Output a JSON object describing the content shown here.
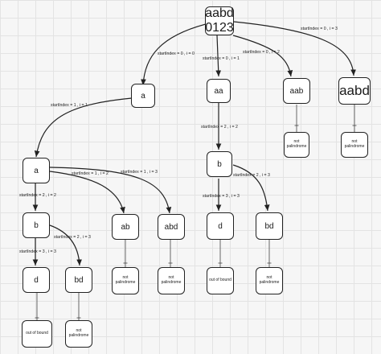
{
  "nodes": {
    "root": {
      "line1": "aabd",
      "line2": "0123"
    },
    "a1": "a",
    "aa": "aa",
    "aab": "aab",
    "aabd": "aabd",
    "aab_np": "not palindrome",
    "aabd_np": "not palindrome",
    "a2": "a",
    "b_left": "b",
    "ab": "ab",
    "abd": "abd",
    "b_right": "b",
    "d_right": "d",
    "bd_right": "bd",
    "d_left": "d",
    "bd_left": "bd",
    "ab_np": "not palindrome",
    "abd_np": "not palindrome",
    "d_right_oob": "out of bound",
    "bd_right_np": "not palindrome",
    "d_left_oob": "out of bound",
    "bd_left_np": "not palindrome"
  },
  "edges": {
    "root_a1": "startIndex = 0 , i = 0",
    "root_aa": "startIndex = 0 , i = 1",
    "root_aab": "startIndex = 0 , i = 2",
    "root_aabd": "startIndex = 0 , i = 3",
    "a1_a2": "startIndex = 1 , i = 1",
    "aa_b": "startIndex = 2 , i = 2",
    "a2_ab": "startIndex = 1 , i = 2",
    "a2_abd": "startIndex = 1 , i = 3",
    "a2_b": "startIndex = 2 , i = 2",
    "bright_d": "startIndex = 3 , i = 3",
    "bright_bd": "startIndex = 2 , i = 3",
    "bleft_d": "startIndex = 3 , i = 3",
    "bleft_bd": "startIndex = 2 , i = 3"
  }
}
